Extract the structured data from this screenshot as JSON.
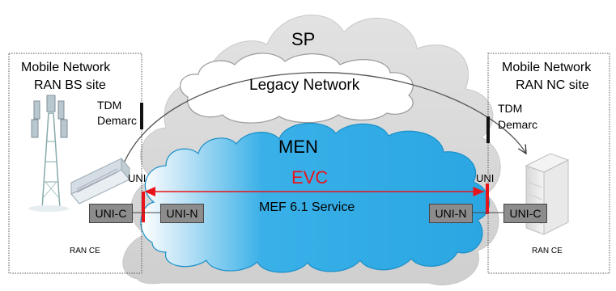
{
  "sp_label": "SP",
  "legacy_label": "Legacy Network",
  "men_label": "MEN",
  "evc_label": "EVC",
  "service_label": "MEF 6.1 Service",
  "left_site": {
    "title_line1": "Mobile Network",
    "title_line2": "RAN BS site",
    "tdm_line1": "TDM",
    "tdm_line2": "Demarc",
    "uni_label": "UNI",
    "uni_c": "UNI-C",
    "uni_n": "UNI-N",
    "ce_label": "RAN CE"
  },
  "right_site": {
    "title_line1": "Mobile Network",
    "title_line2": "RAN NC site",
    "tdm_line1": "TDM",
    "tdm_line2": "Demarc",
    "uni_label": "UNI",
    "uni_c": "UNI-C",
    "uni_n": "UNI-N",
    "ce_label": "RAN CE"
  },
  "colors": {
    "sp_cloud": "#d9d9d9",
    "legacy_cloud": "#ffffff",
    "men_cloud": "#33aee6",
    "evc": "#e8141b",
    "tag": "#8c8c8c"
  }
}
